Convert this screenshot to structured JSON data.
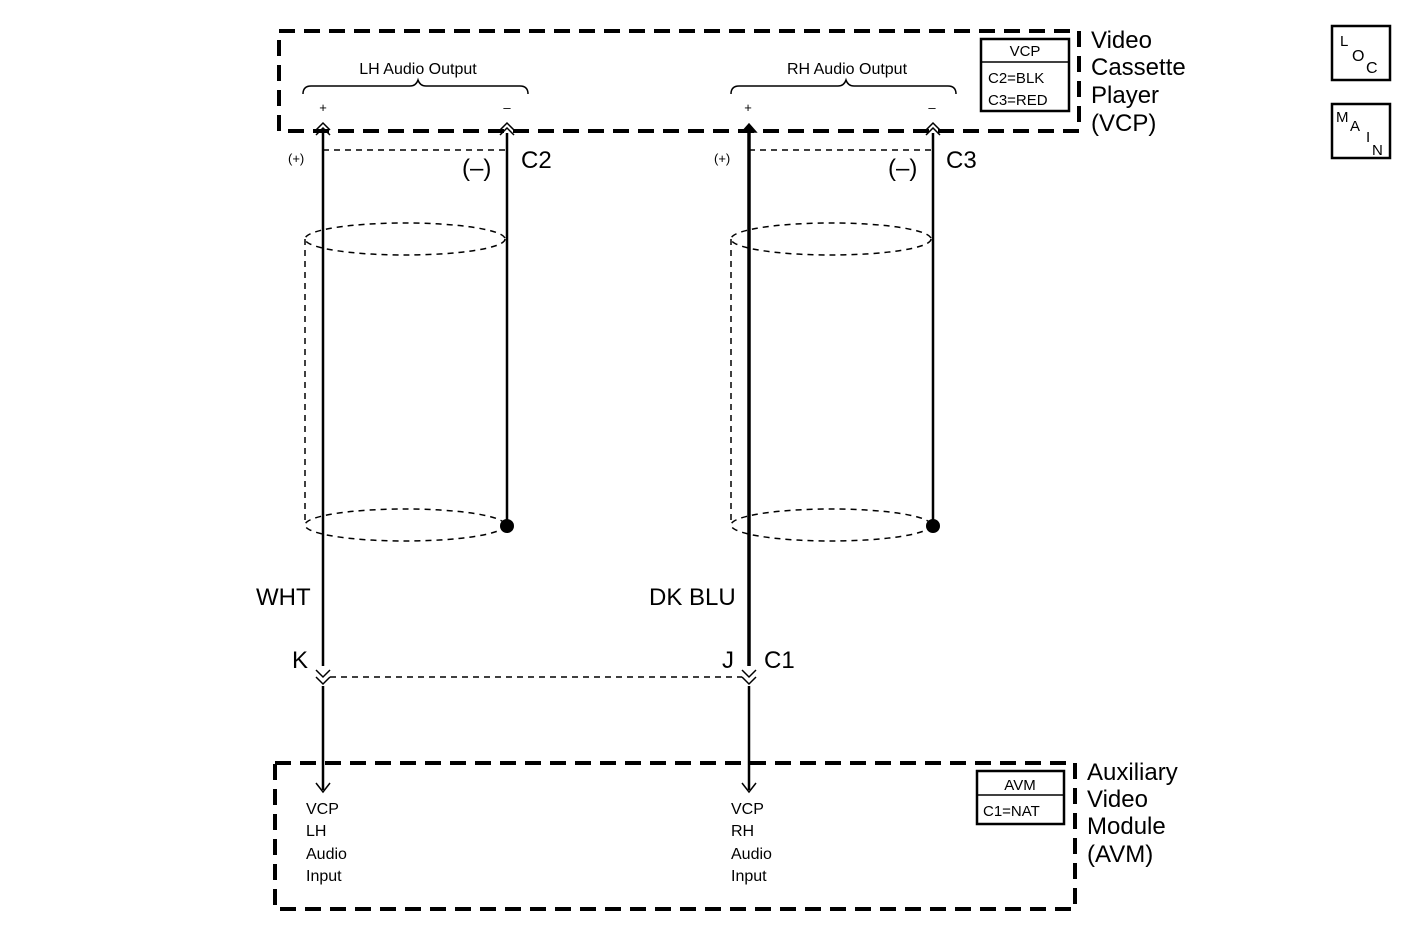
{
  "vcp": {
    "name_lines": [
      "Video",
      "Cassette",
      "Player",
      "(VCP)"
    ],
    "legend_title": "VCP",
    "legend_lines": [
      "C2=BLK",
      "C3=RED"
    ],
    "lh_output_label": "LH Audio Output",
    "rh_output_label": "RH Audio Output",
    "plus": "+",
    "minus": "–"
  },
  "avm": {
    "name_lines": [
      "Auxiliary",
      "Video",
      "Module",
      "(AVM)"
    ],
    "legend_title": "AVM",
    "legend_lines": [
      "C1=NAT"
    ],
    "lh_input_lines": [
      "VCP",
      "LH",
      "Audio",
      "Input"
    ],
    "rh_input_lines": [
      "VCP",
      "RH",
      "Audio",
      "Input"
    ]
  },
  "wires": {
    "lh_plus": "(+)",
    "lh_minus": "(–)",
    "lh_connector": "C2",
    "rh_plus": "(+)",
    "rh_minus": "(–)",
    "rh_connector": "C3",
    "lh_color": "WHT",
    "rh_color": "DK BLU",
    "lh_pin": "K",
    "rh_pin": "J",
    "lower_connector": "C1"
  },
  "icons": {
    "loc": [
      "L",
      "O",
      "C"
    ],
    "main": [
      "M",
      "A",
      "I",
      "N"
    ]
  }
}
